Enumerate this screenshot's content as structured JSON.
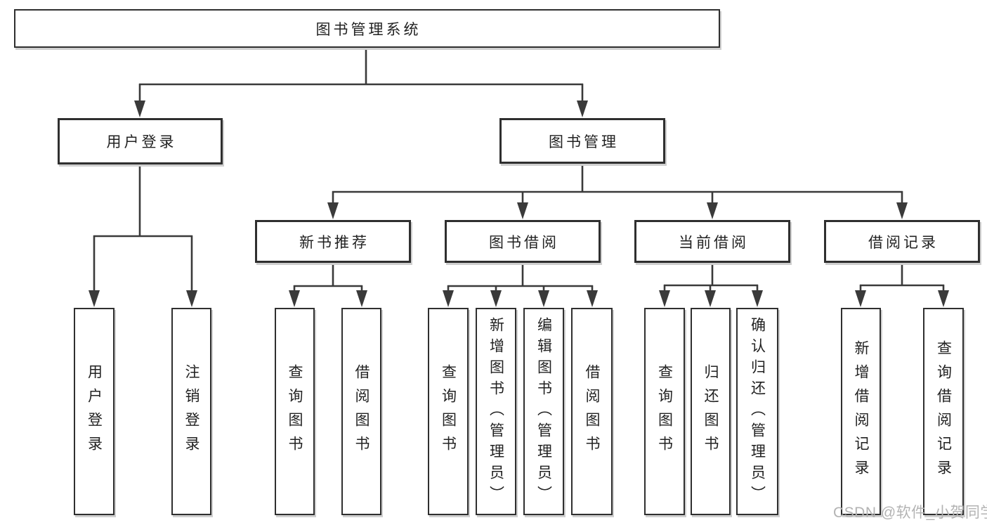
{
  "diagram_title": "图书管理系统",
  "tree": {
    "label": "图书管理系统",
    "children": [
      {
        "label": "用户登录",
        "children": [
          {
            "label": "用户登录"
          },
          {
            "label": "注销登录"
          }
        ]
      },
      {
        "label": "图书管理",
        "children": [
          {
            "label": "新书推荐",
            "children": [
              {
                "label": "查询图书"
              },
              {
                "label": "借阅图书"
              }
            ]
          },
          {
            "label": "图书借阅",
            "children": [
              {
                "label": "查询图书"
              },
              {
                "label": "新增图书（管理员）"
              },
              {
                "label": "编辑图书（管理员）"
              },
              {
                "label": "借阅图书"
              }
            ]
          },
          {
            "label": "当前借阅",
            "children": [
              {
                "label": "查询图书"
              },
              {
                "label": "归还图书"
              },
              {
                "label": "确认归还（管理员）"
              }
            ]
          },
          {
            "label": "借阅记录",
            "children": [
              {
                "label": "新增借阅记录"
              },
              {
                "label": "查询借阅记录"
              }
            ]
          }
        ]
      }
    ]
  },
  "watermark": "CSDN @软件_小贺同学",
  "colors": {
    "line": "#3a3a3a",
    "box_border": "#2f2f2f",
    "text": "#222222",
    "watermark": "#b3b3b3",
    "background": "#ffffff"
  }
}
